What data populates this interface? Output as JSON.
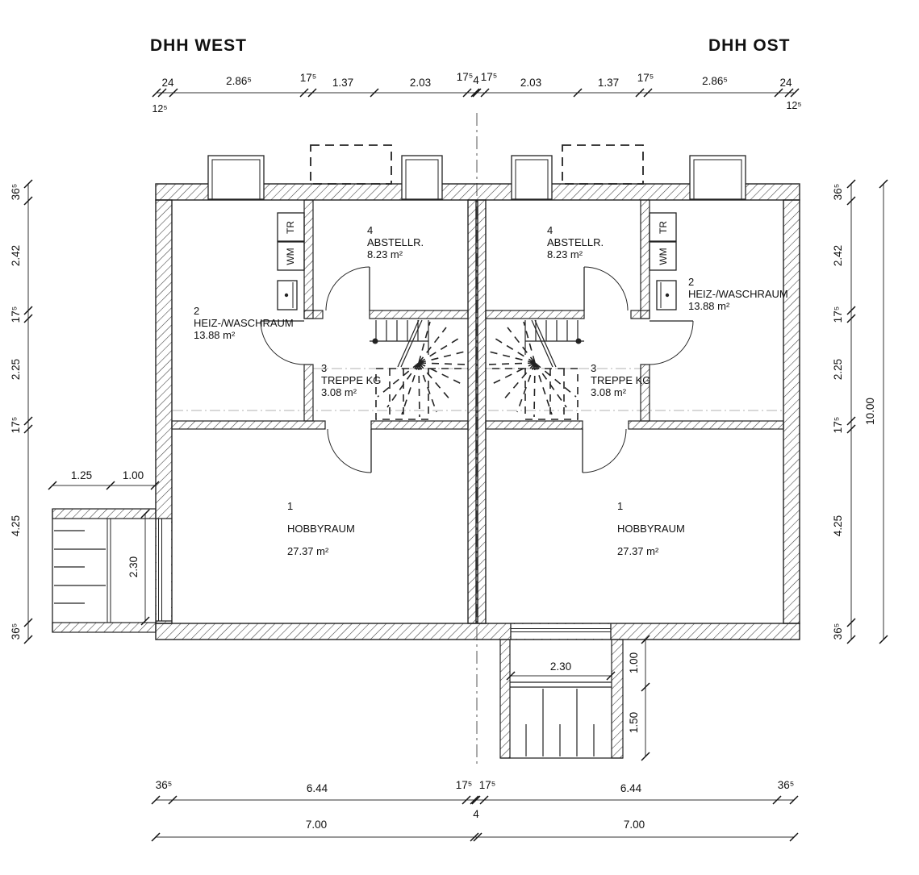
{
  "titles": {
    "west": "DHH WEST",
    "ost": "DHH OST"
  },
  "rooms": {
    "west": {
      "hobby": {
        "num": "1",
        "name": "HOBBYRAUM",
        "area": "27.37 m²"
      },
      "heiz": {
        "num": "2",
        "name": "HEIZ-/WASCHRAUM",
        "area": "13.88 m²"
      },
      "treppe": {
        "num": "3",
        "name": "TREPPE KG",
        "area": "3.08 m²"
      },
      "abstell": {
        "num": "4",
        "name": "ABSTELLR.",
        "area": "8.23 m²"
      }
    },
    "ost": {
      "hobby": {
        "num": "1",
        "name": "HOBBYRAUM",
        "area": "27.37 m²"
      },
      "heiz": {
        "num": "2",
        "name": "HEIZ-/WASCHRAUM",
        "area": "13.88 m²"
      },
      "treppe": {
        "num": "3",
        "name": "TREPPE KG",
        "area": "3.08 m²"
      },
      "abstell": {
        "num": "4",
        "name": "ABSTELLR.",
        "area": "8.23 m²"
      }
    }
  },
  "appliances": {
    "wm": "WM",
    "tr": "TR"
  },
  "dims": {
    "top": [
      "24",
      "2.86⁵",
      "17⁵",
      "1.37",
      "2.03",
      "17⁵",
      "4",
      "17⁵",
      "2.03",
      "1.37",
      "17⁵",
      "2.86⁵",
      "24"
    ],
    "top_sub_left": "12⁵",
    "top_sub_right": "12⁵",
    "left": [
      "36⁵",
      "2.42",
      "17⁵",
      "2.25",
      "17⁵",
      "4.25",
      "36⁵"
    ],
    "right": [
      "36⁵",
      "2.42",
      "17⁵",
      "2.25",
      "17⁵",
      "4.25",
      "36⁵"
    ],
    "right_total": "10.00",
    "bottom_row1": [
      "36⁵",
      "6.44",
      "17⁵",
      "17⁵",
      "6.44",
      "36⁵"
    ],
    "bottom_center": "4",
    "bottom_row2": [
      "7.00",
      "7.00"
    ],
    "stair_west": {
      "w1": "1.25",
      "w2": "1.00",
      "h": "2.30"
    },
    "stair_south": {
      "w": "2.30",
      "h1": "1.00",
      "h2": "1.50"
    }
  }
}
